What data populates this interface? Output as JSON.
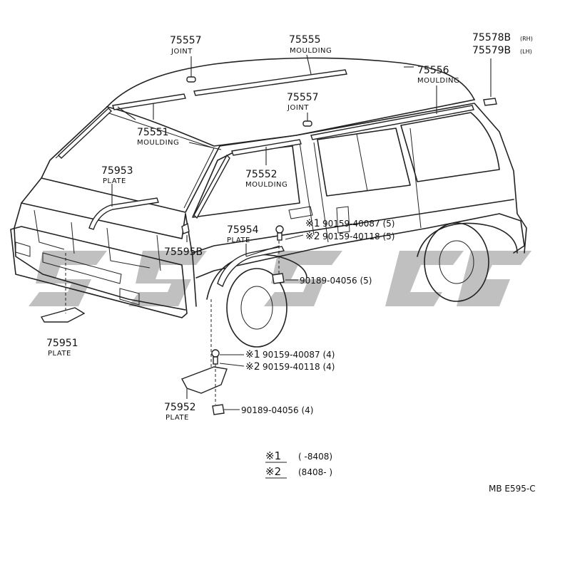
{
  "callouts": [
    {
      "id": "c1",
      "number": "75557",
      "name": "JOINT"
    },
    {
      "id": "c2",
      "number": "75555",
      "name": "MOULDING"
    },
    {
      "id": "c3",
      "number": "75578B",
      "sub": "(RH)",
      "number2": "75579B",
      "sub2": "(LH)"
    },
    {
      "id": "c4",
      "number": "75556",
      "name": "MOULDING"
    },
    {
      "id": "c5",
      "number": "75557",
      "name": "JOINT"
    },
    {
      "id": "c6",
      "number": "75551",
      "name": "MOULDING"
    },
    {
      "id": "c7",
      "number": "75552",
      "name": "MOULDING"
    },
    {
      "id": "c8",
      "number": "75953",
      "name": "PLATE"
    },
    {
      "id": "c9",
      "number": "75954",
      "name": "PLATE"
    },
    {
      "id": "c10",
      "number": "75595B"
    },
    {
      "id": "c11",
      "number": "75951",
      "name": "PLATE"
    },
    {
      "id": "c12",
      "number": "75952",
      "name": "PLATE"
    }
  ],
  "fasteners": [
    {
      "id": "f1",
      "mark": "※1",
      "code": "90159-40087 (5)"
    },
    {
      "id": "f2",
      "mark": "※2",
      "code": "90159-40118 (5)"
    },
    {
      "id": "f3",
      "code": "90189-04056 (5)"
    },
    {
      "id": "f4",
      "mark": "※1",
      "code": "90159-40087 (4)"
    },
    {
      "id": "f5",
      "mark": "※2",
      "code": "90159-40118 (4)"
    },
    {
      "id": "f6",
      "code": "90189-04056 (4)"
    }
  ],
  "footnotes": [
    {
      "mark": "※1",
      "range": "(       -8408)"
    },
    {
      "mark": "※2",
      "range": "(8408-        )"
    }
  ],
  "figure_ref": "MB E595-C"
}
